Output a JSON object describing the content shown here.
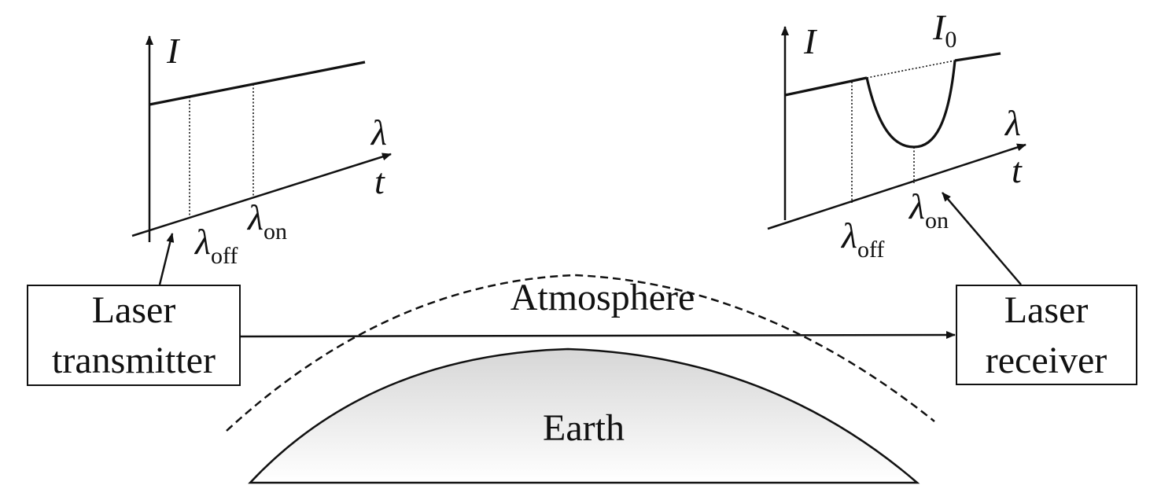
{
  "diagram": {
    "transmitter_label": [
      "Laser",
      "transmitter"
    ],
    "receiver_label": [
      "Laser",
      "receiver"
    ],
    "atmosphere_label": "Atmosphere",
    "earth_label": "Earth",
    "left_plot": {
      "y_axis": "I",
      "x_axis_lambda": "λ",
      "x_axis_t": "t",
      "marker_off": {
        "symbol": "λ",
        "sub": "off"
      },
      "marker_on": {
        "symbol": "λ",
        "sub": "on"
      }
    },
    "right_plot": {
      "y_axis": "I",
      "reference": {
        "symbol": "I",
        "sub": "0"
      },
      "x_axis_lambda": "λ",
      "x_axis_t": "t",
      "marker_off": {
        "symbol": "λ",
        "sub": "off"
      },
      "marker_on": {
        "symbol": "λ",
        "sub": "on"
      }
    },
    "colors": {
      "line": "#111111",
      "earth_top": "#dcdcdc",
      "earth_bottom": "#ffffff"
    }
  }
}
